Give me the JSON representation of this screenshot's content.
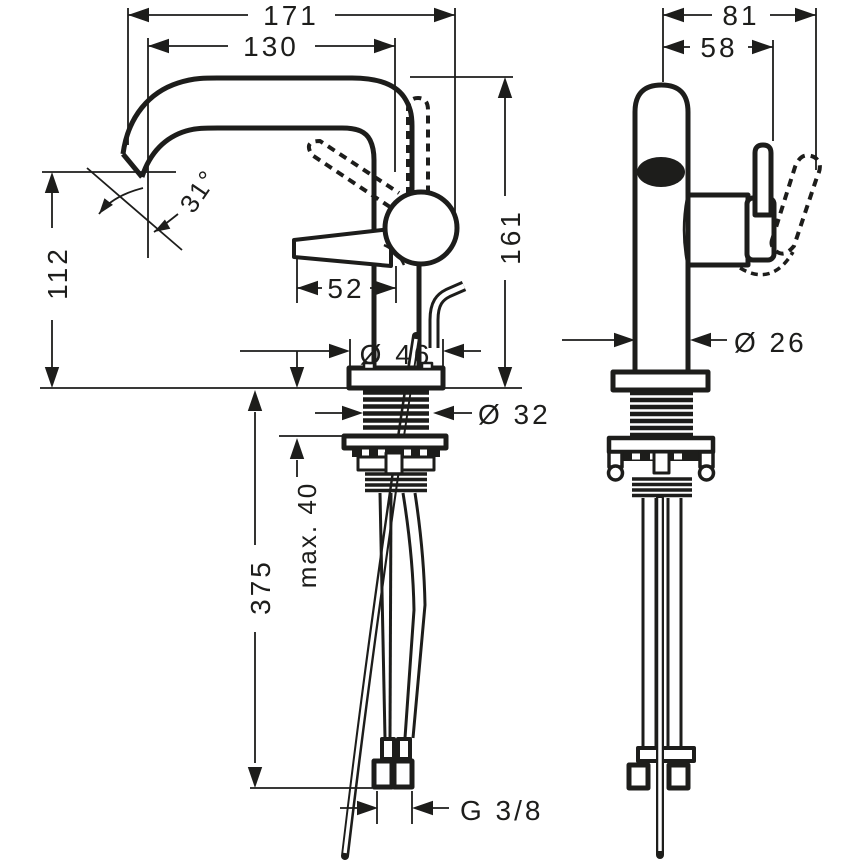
{
  "drawing": {
    "side_view": {
      "spout_reach_total": "171",
      "spout_reach": "130",
      "outlet_height": "112",
      "total_height": "161",
      "handle_length": "52",
      "spout_angle": "31°",
      "base_diameter": "Ø 46",
      "shank_diameter": "Ø 32",
      "max_mounting_thickness": "max. 40",
      "hose_length": "375",
      "connection_thread": "G 3/8"
    },
    "front_view": {
      "overall_depth": "81",
      "handle_depth": "58",
      "body_diameter": "Ø 26"
    },
    "colors": {
      "ink": "#1d1d1b",
      "background": "#ffffff"
    }
  }
}
